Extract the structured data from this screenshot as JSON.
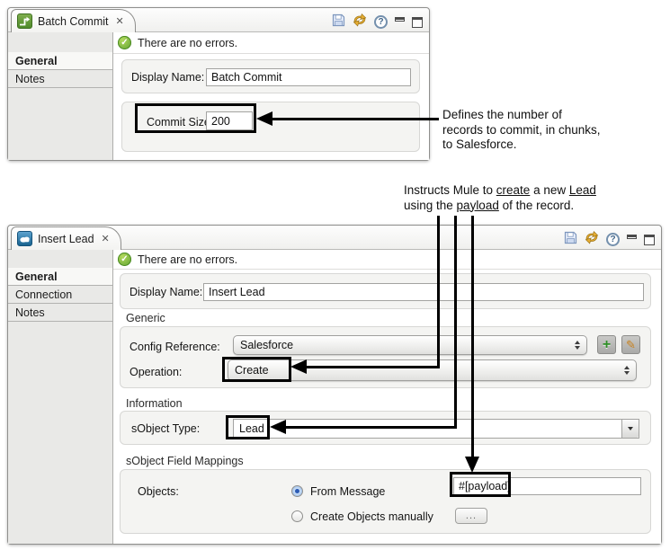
{
  "icons": {
    "check": "✓",
    "close": "✕",
    "help": "?",
    "plus": "+",
    "pencil": "✎"
  },
  "colors": {
    "accent_green": "#5da130",
    "annotation": "#000000",
    "tab_icon_green": "#4e8a2a",
    "tab_icon_blue": "#19638f"
  },
  "top_panel": {
    "tab_title": "Batch Commit",
    "status": "There are no errors.",
    "sidebar": [
      "General",
      "Notes"
    ],
    "fields": {
      "display_name_label": "Display Name:",
      "display_name_value": "Batch Commit",
      "commit_size_label": "Commit Size:",
      "commit_size_value": "200"
    }
  },
  "bottom_panel": {
    "tab_title": "Insert Lead",
    "status": "There are no errors.",
    "sidebar": [
      "General",
      "Connection",
      "Notes"
    ],
    "fields": {
      "display_name_label": "Display Name:",
      "display_name_value": "Insert Lead",
      "generic_title": "Generic",
      "config_reference_label": "Config Reference:",
      "config_reference_value": "Salesforce",
      "operation_label": "Operation:",
      "operation_value": "Create",
      "information_title": "Information",
      "sobject_type_label": "sObject Type:",
      "sobject_type_value": "Lead",
      "field_mappings_title": "sObject Field Mappings",
      "objects_label": "Objects:",
      "from_message_label": "From Message",
      "payload_value": "#[payload]",
      "create_manually_label": "Create Objects manually",
      "ellipsis_label": "..."
    }
  },
  "annotations": {
    "commit_note_line1": "Defines the number of",
    "commit_note_line2": "records to commit, in chunks,",
    "commit_note_line3": "to Salesforce.",
    "lead_note_t1": "Instructs Mule to ",
    "lead_note_u1": "create",
    "lead_note_t2": " a new ",
    "lead_note_u2": "Lead",
    "lead_note_t3": "using the ",
    "lead_note_u3": "payload",
    "lead_note_t4": " of the record."
  }
}
